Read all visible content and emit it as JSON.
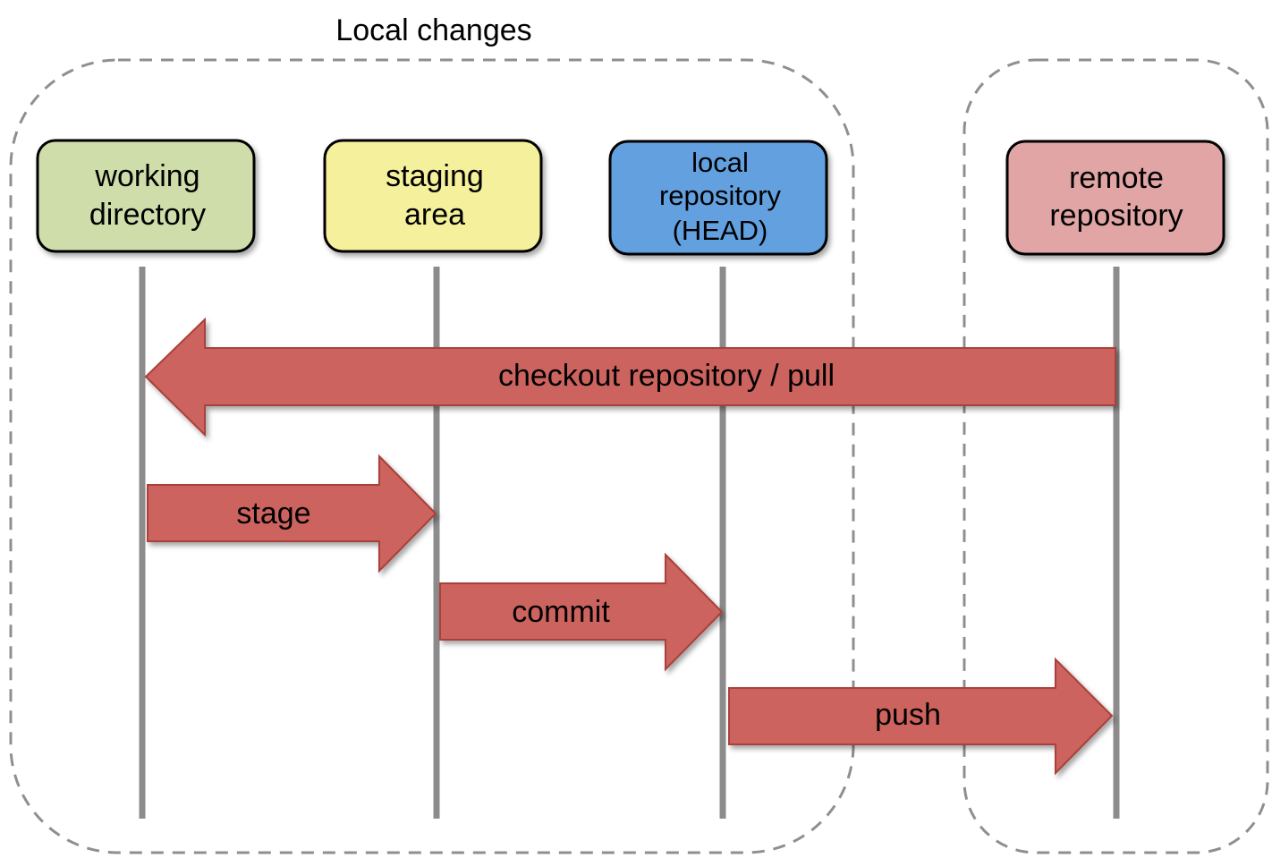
{
  "groups": {
    "local": {
      "label": "Local changes"
    },
    "remote": {
      "label": ""
    }
  },
  "nodes": [
    {
      "id": "working",
      "lines": [
        "working",
        "directory"
      ],
      "color": "#cfddaa"
    },
    {
      "id": "staging",
      "lines": [
        "staging",
        "area"
      ],
      "color": "#f5f09b"
    },
    {
      "id": "local",
      "lines": [
        "local",
        "repository",
        "(HEAD)"
      ],
      "color": "#63a0df"
    },
    {
      "id": "remote",
      "lines": [
        "remote",
        "repository"
      ],
      "color": "#e2a5a5"
    }
  ],
  "actions": [
    {
      "id": "checkout",
      "label": "checkout repository / pull",
      "from": "remote",
      "to": "working"
    },
    {
      "id": "stage",
      "label": "stage",
      "from": "working",
      "to": "staging"
    },
    {
      "id": "commit",
      "label": "commit",
      "from": "staging",
      "to": "local"
    },
    {
      "id": "push",
      "label": "push",
      "from": "local",
      "to": "remote"
    }
  ],
  "colors": {
    "arrow_fill": "#cd645e",
    "arrow_stroke": "#a9413b",
    "lifeline": "#8c8c8c",
    "group_border": "#8f8f8f"
  }
}
